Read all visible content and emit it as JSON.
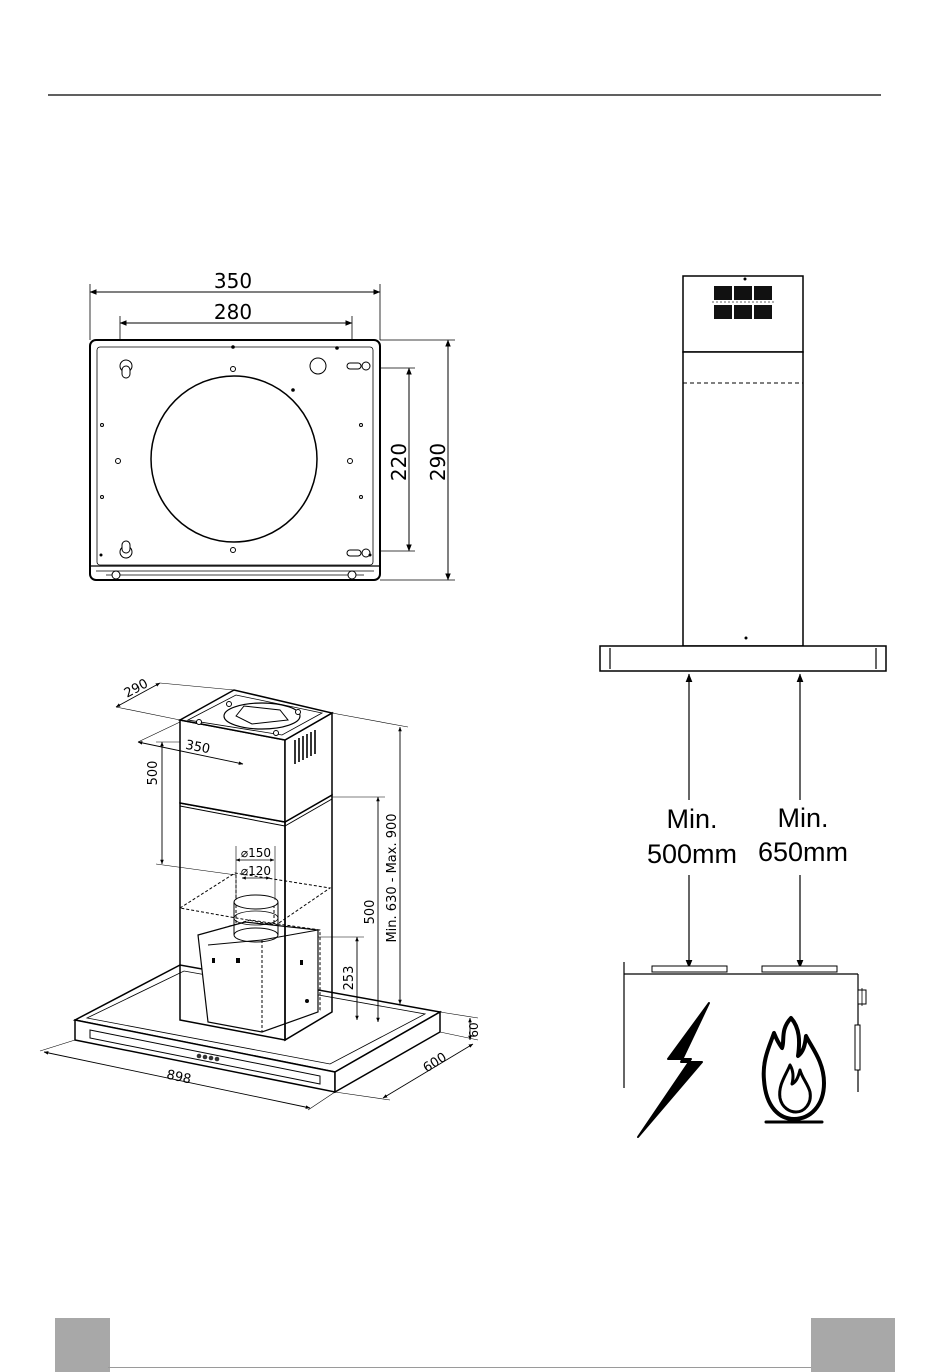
{
  "top_view": {
    "width_outer": "350",
    "width_inner": "280",
    "height_outer": "290",
    "height_inner": "220"
  },
  "iso_view": {
    "depth_top": "290",
    "width_top": "350",
    "chimney_lower": "500",
    "duct_outer": "⌀150",
    "duct_inner": "⌀120",
    "motor_height": "253",
    "range_base": "500",
    "range_label": "Min. 630 - Max. 900",
    "canopy_thickness": "60",
    "canopy_depth": "600",
    "canopy_width": "898"
  },
  "clearance": {
    "electric_line1": "Min.",
    "electric_line2": "500mm",
    "gas_line1": "Min.",
    "gas_line2": "650mm"
  },
  "icons": {
    "electric": "lightning-icon",
    "gas": "flame-icon"
  },
  "colors": {
    "footer_tab": "#a8a8a8",
    "line": "#000000"
  }
}
